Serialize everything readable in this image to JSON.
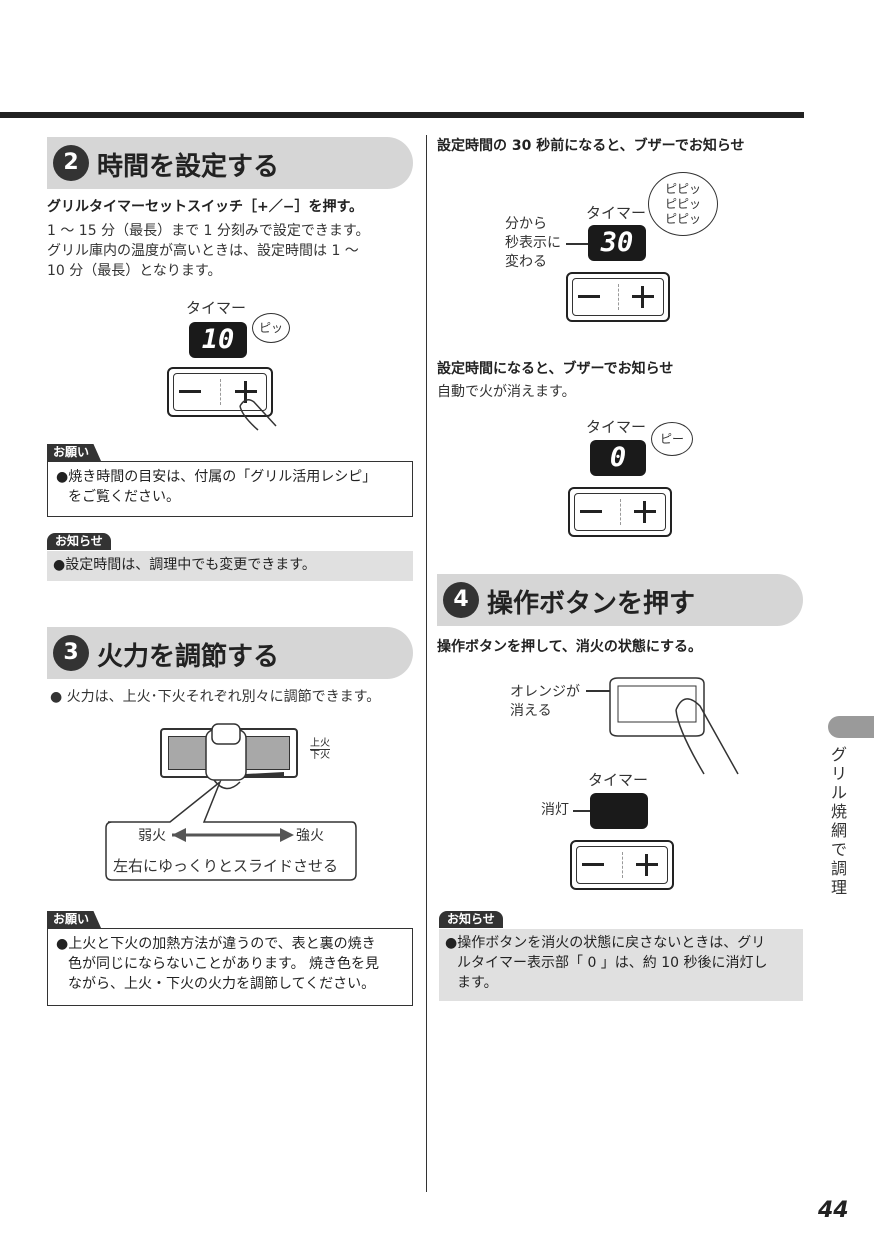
{
  "section2": {
    "number": "2",
    "title": "時間を設定する",
    "instruction": "グリルタイマーセットスイッチ［+／−］を押す。",
    "body_line1": "1 ～ 15 分（最長）まで 1 分刻みで設定できます。",
    "body_line2": "グリル庫内の温度が高いときは、設定時間は 1 ～",
    "body_line3": "10 分（最長）となります。",
    "timer_label": "タイマー",
    "timer_display": "10",
    "beep": "ピッ",
    "minus": "−",
    "plus": "+",
    "request_tag": "お願い",
    "request_line1": "●焼き時間の目安は、付属の「グリル活用レシピ」",
    "request_line2": "をご覧ください。",
    "notice_tag": "お知らせ",
    "notice_text": "●設定時間は、調理中でも変更できます。"
  },
  "section3": {
    "number": "3",
    "title": "火力を調節する",
    "body": "● 火力は、上火･下火それぞれ別々に調節できます。",
    "upper_label": "上火",
    "lower_label": "下火",
    "weak": "弱火",
    "strong": "強火",
    "slide_note": "左右にゆっくりとスライドさせる",
    "request_tag": "お願い",
    "request_line1": "●上火と下火の加熱方法が違うので、表と裏の焼き",
    "request_line2": "色が同じにならないことがあります。 焼き色を見",
    "request_line3": "ながら、上火・下火の火力を調節してください。"
  },
  "right_top": {
    "heading1": "設定時間の 30 秒前になると、ブザーでお知らせ",
    "change_label_1": "分から",
    "change_label_2": "秒表示に",
    "change_label_3": "変わる",
    "timer_label": "タイマー",
    "timer_display": "30",
    "beeps": [
      "ピピッ",
      "ピピッ",
      "ピピッ"
    ],
    "heading2": "設定時間になると、ブザーでお知らせ",
    "body2": "自動で火が消えます。",
    "timer_label_2": "タイマー",
    "timer_display_2": "0",
    "beep2": "ピー"
  },
  "section4": {
    "number": "4",
    "title": "操作ボタンを押す",
    "instruction": "操作ボタンを押して、消火の状態にする。",
    "orange_label_1": "オレンジが",
    "orange_label_2": "消える",
    "timer_label": "タイマー",
    "off_label": "消灯",
    "notice_tag": "お知らせ",
    "notice_line1": "●操作ボタンを消火の状態に戻さないときは、グリ",
    "notice_line2": "ルタイマー表示部「 0 」は、約 10 秒後に消灯し",
    "notice_line3": "ます。"
  },
  "side_tab": "グリル焼網で調理",
  "page_number": "44"
}
